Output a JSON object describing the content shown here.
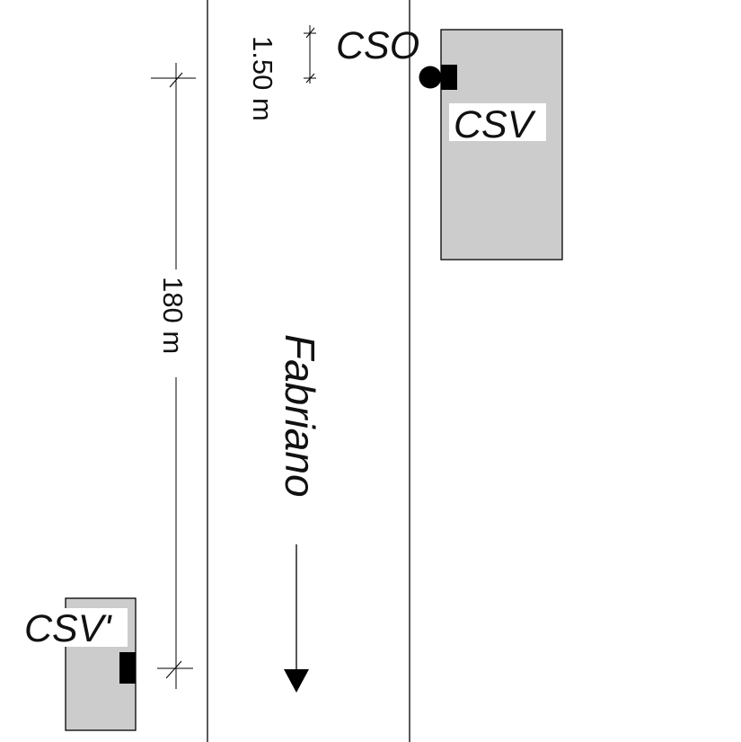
{
  "labels": {
    "cso": "CSO",
    "csv": "CSV",
    "csv_prime": "CSV'",
    "road": "Fabriano",
    "dim_small": "1.50 m",
    "dim_large": "180 m"
  },
  "colors": {
    "vehicle_fill": "#cccccc",
    "stroke": "#000000"
  }
}
